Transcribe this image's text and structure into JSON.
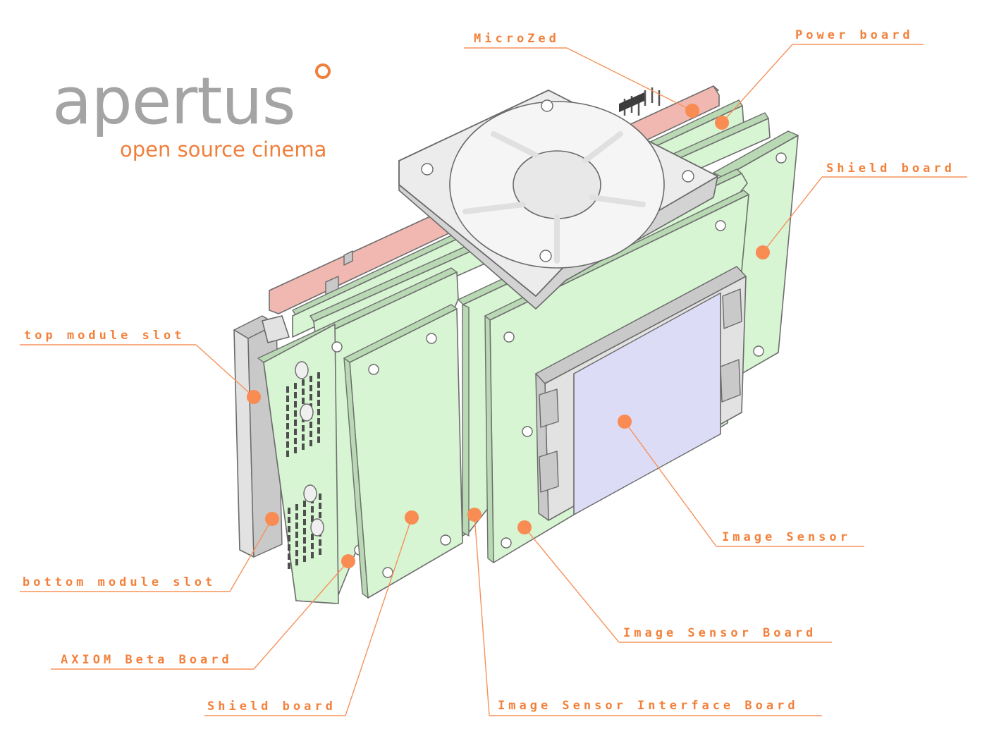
{
  "logo": {
    "brand": "apertus",
    "tagline": "open source cinema"
  },
  "labels": {
    "microzed": "MicroZed",
    "power_board": "Power board",
    "shield_board_right": "Shield board",
    "top_module_slot": "top module slot",
    "bottom_module_slot": "bottom module slot",
    "axiom_beta_board": "AXIOM Beta Board",
    "shield_board_left": "Shield board",
    "image_sensor": "Image Sensor",
    "image_sensor_board": "Image Sensor Board",
    "image_sensor_interface_board": "Image Sensor Interface Board"
  },
  "colors": {
    "label": "#f2813b",
    "leader": "#f6925a",
    "pcb_green": "#d7f4d3",
    "pcb_pink": "#f0b8b0",
    "sensor": "#dcdcf7",
    "logo_grey": "#a4a4a4"
  }
}
